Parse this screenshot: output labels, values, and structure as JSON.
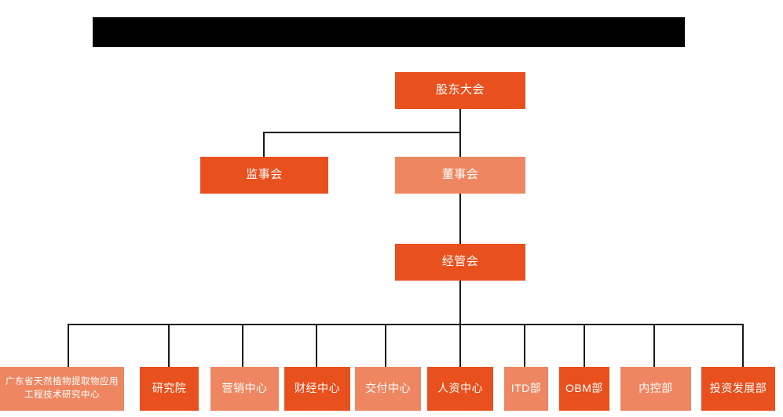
{
  "page": {
    "title_bar": {
      "name": "redacted-title-bar",
      "text": "",
      "color": "#000000"
    },
    "background": "#ffffff"
  },
  "theme": {
    "accent_dark": "#e8501e",
    "accent_light": "#ee8761",
    "connector": "#1a1a1a",
    "node_text": "#ffffff"
  },
  "org_chart": {
    "type": "organization-chart",
    "levels": [
      {
        "level": 1,
        "nodes": [
          {
            "id": "shareholders",
            "label": "股东大会",
            "style": "dark"
          }
        ]
      },
      {
        "level": 2,
        "nodes": [
          {
            "id": "supervisory",
            "label": "监事会",
            "style": "dark"
          },
          {
            "id": "board",
            "label": "董事会",
            "style": "light"
          }
        ]
      },
      {
        "level": 3,
        "nodes": [
          {
            "id": "management",
            "label": "经管会",
            "style": "dark"
          }
        ]
      },
      {
        "level": 4,
        "nodes": [
          {
            "id": "research-center",
            "label": "广东省天然植物提取物应用工程技术研究中心",
            "style": "light"
          },
          {
            "id": "institute",
            "label": "研究院",
            "style": "dark"
          },
          {
            "id": "marketing-center",
            "label": "营销中心",
            "style": "light"
          },
          {
            "id": "finance-center",
            "label": "财经中心",
            "style": "dark"
          },
          {
            "id": "delivery-center",
            "label": "交付中心",
            "style": "light"
          },
          {
            "id": "hr-center",
            "label": "人资中心",
            "style": "dark"
          },
          {
            "id": "itd-dept",
            "label": "ITD部",
            "style": "light"
          },
          {
            "id": "obm-dept",
            "label": "OBM部",
            "style": "dark"
          },
          {
            "id": "internal-control-dept",
            "label": "内控部",
            "style": "light"
          },
          {
            "id": "investment-development-dept",
            "label": "投资发展部",
            "style": "dark"
          }
        ]
      }
    ],
    "edges": [
      {
        "from": "shareholders",
        "to": "supervisory"
      },
      {
        "from": "shareholders",
        "to": "board"
      },
      {
        "from": "board",
        "to": "management"
      },
      {
        "from": "management",
        "to": "research-center"
      },
      {
        "from": "management",
        "to": "institute"
      },
      {
        "from": "management",
        "to": "marketing-center"
      },
      {
        "from": "management",
        "to": "finance-center"
      },
      {
        "from": "management",
        "to": "delivery-center"
      },
      {
        "from": "management",
        "to": "hr-center"
      },
      {
        "from": "management",
        "to": "itd-dept"
      },
      {
        "from": "management",
        "to": "obm-dept"
      },
      {
        "from": "management",
        "to": "internal-control-dept"
      },
      {
        "from": "management",
        "to": "investment-development-dept"
      }
    ]
  }
}
